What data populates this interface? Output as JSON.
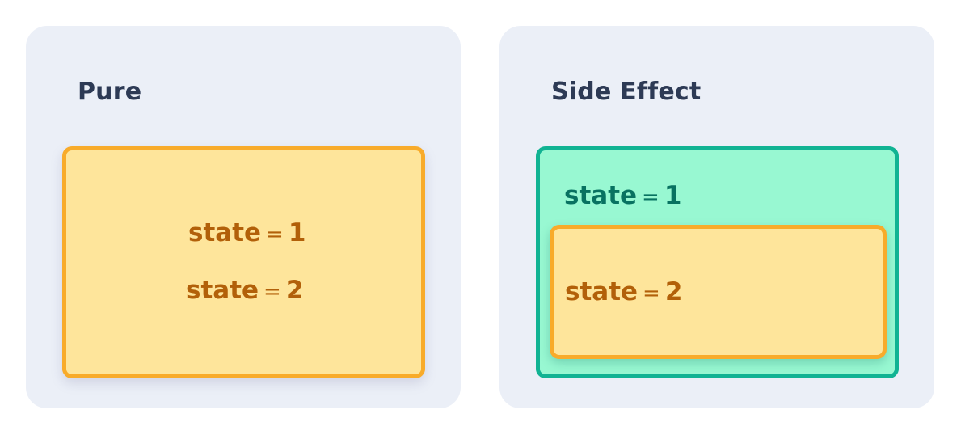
{
  "pure": {
    "title": "Pure",
    "state1": {
      "name": "state",
      "op": "=",
      "value": "1"
    },
    "state2": {
      "name": "state",
      "op": "=",
      "value": "2"
    }
  },
  "side_effect": {
    "title": "Side Effect",
    "state1": {
      "name": "state",
      "op": "=",
      "value": "1"
    },
    "state2": {
      "name": "state",
      "op": "=",
      "value": "2"
    }
  },
  "colors": {
    "panel_bg": "#ebeff7",
    "title_text": "#2d3a55",
    "yellow_fill": "#fee59b",
    "yellow_border": "#f8ab2a",
    "orange_text": "#b26009",
    "green_fill": "#98f8d2",
    "green_border": "#11b393",
    "teal_text": "#087261"
  }
}
